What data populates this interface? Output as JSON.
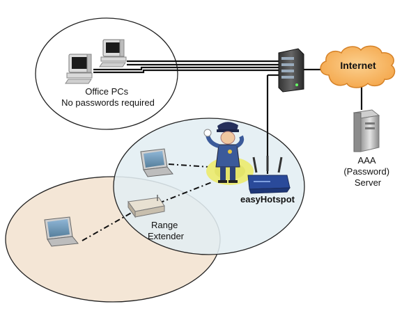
{
  "diagram": {
    "office": {
      "line1": "Office PCs",
      "line2": "No passwords required"
    },
    "internet": {
      "label": "Internet"
    },
    "aaa": {
      "line1": "AAA",
      "line2": "(Password)",
      "line3": "Server"
    },
    "hotspot": {
      "label": "easyHotspot"
    },
    "extender": {
      "line1": "Range",
      "line2": "Extender"
    }
  },
  "colors": {
    "hotspot_zone": "#e3eef2",
    "extender_zone": "#f4e6d6",
    "cloud": "#f4a64a",
    "cloud_stroke": "#d58126",
    "guard_spot": "#ecec7a",
    "router": "#2a4a9a"
  }
}
